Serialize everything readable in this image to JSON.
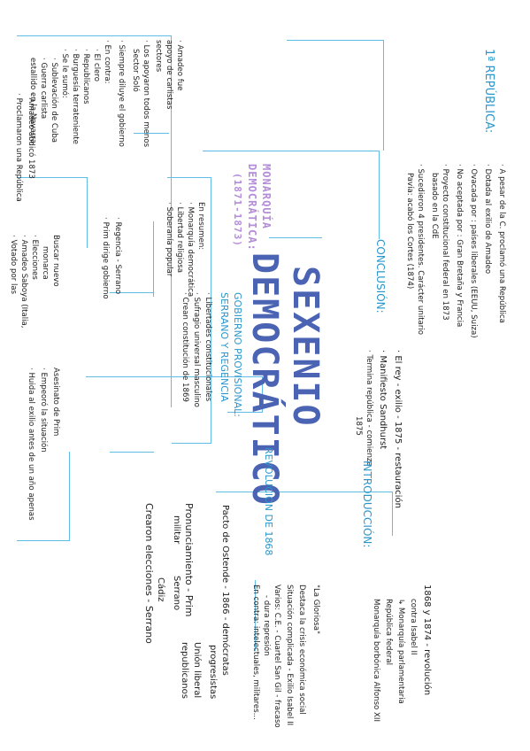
{
  "title": {
    "line1": "SEXENIO",
    "line2": "DEMOCRÁTICO"
  },
  "monarquia": {
    "title1": "MONARQUÍA",
    "title2": "DEMOCRÁTICA:",
    "years": "(1871-1873)"
  },
  "republica": {
    "title": "1ª REPÚBLICA:",
    "items": [
      "· A pesar de la C. proclamó una República",
      "· Dotada al exilio de Amadeo",
      "· Ovacada por : países liberales (EEUU, Suiza)",
      "· No aceptada por : Gran Bretaña y Francia",
      "· Proyecto constitucional federal en 1873",
      "  basado en la CdE",
      "· Sucedieron 4 presidentes. Carácter unitario",
      "  Pavía: acabó los Cortes (1874)"
    ]
  },
  "conclusion": {
    "title": "CONCLUSIÓN:",
    "items": [
      "· El rey - exilio - 1875 - restauración",
      "· Manifiesto Sandhurst",
      "· Termina república - comienza",
      "  1875"
    ]
  },
  "introduccion": {
    "title": "INTRODUCCIÓN:",
    "items": [
      "1868 y 1874 - revolución",
      "  contra Isabel II",
      "  ↳ Monarquía parlamentaria",
      "  República federal",
      "  Monarquía borbónica Alfonso XII"
    ]
  },
  "revolucion": {
    "title": "REVOLUCIÓN DE 1868",
    "pacto": "Pacto de Ostende - 1866 - demócratas",
    "pacto_b": "progresistas",
    "pacto_c": "Unión liberal",
    "pacto_d": "republicanos",
    "pron": "Pronunciamiento - Prim",
    "pron_b": "militar",
    "pron_c": "Serrano",
    "pron_d": "Cádiz",
    "elec": "Crearon elecciones - Serrano",
    "gloriosa": [
      "\"La Gloriosa\"",
      "Destaca la crisis económica social",
      "Situación complicada - Exilio Isabel II",
      "Varios: C.E. - Cuartel San Gil - fracaso",
      "  - dura represión",
      "En contra: intelectuales, militares..."
    ]
  },
  "gobierno": {
    "title1": "GOBIERNO PROVISIONAL:",
    "title2": "SERRANO Y REGENCIA",
    "items": [
      "· Libertades constitucionales",
      "· Sufragio universal masculino",
      "· Crean constitución de 1869"
    ],
    "sub": [
      "En resumen:",
      "· Monarquía democrática",
      "· Libertad religiosa",
      "· Soberanía popular"
    ],
    "sub2": [
      "· Regencia - Serrano",
      "· Prim dirige gobierno"
    ],
    "candidatos": [
      "Buscar nuevo",
      "monarca",
      "· Elecciones",
      "· Amadeo Saboya (Italia,",
      "· Votado por las"
    ],
    "prim": [
      "Asesinato de Prim",
      "· Empeoró la situación",
      "· Huida al exilio antes de un año apenas"
    ]
  },
  "monarquia_items": {
    "a": [
      "· Amadeo fue",
      "  apoyo de carlistas",
      "  sectores",
      "· Los apoyaron todos menos",
      "  Sector Soló",
      "· Siempre diluye el gobierno"
    ],
    "b": [
      "· En contra:",
      "  · El clero",
      "  · Republicanos",
      "  · Burguesía terrateniente",
      "· Se le sumó:",
      "  · Sublevación de Cuba",
      "  · Guerra carlista",
      "  estallido en la Navarra"
    ],
    "c": [
      "· Amadeo abdicó 1873",
      "· Proclamaron una República"
    ]
  }
}
